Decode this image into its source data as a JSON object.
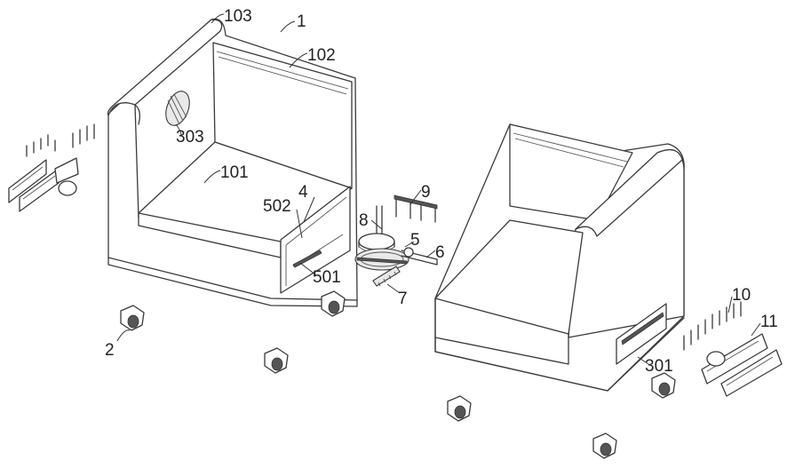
{
  "labels": {
    "l1": "1",
    "l2": "2",
    "l4": "4",
    "l5": "5",
    "l6": "6",
    "l7": "7",
    "l8": "8",
    "l9": "9",
    "l10": "10",
    "l11": "11",
    "l101": "101",
    "l102": "102",
    "l103": "103",
    "l301": "301",
    "l303": "303",
    "l501": "501",
    "l502": "502"
  }
}
